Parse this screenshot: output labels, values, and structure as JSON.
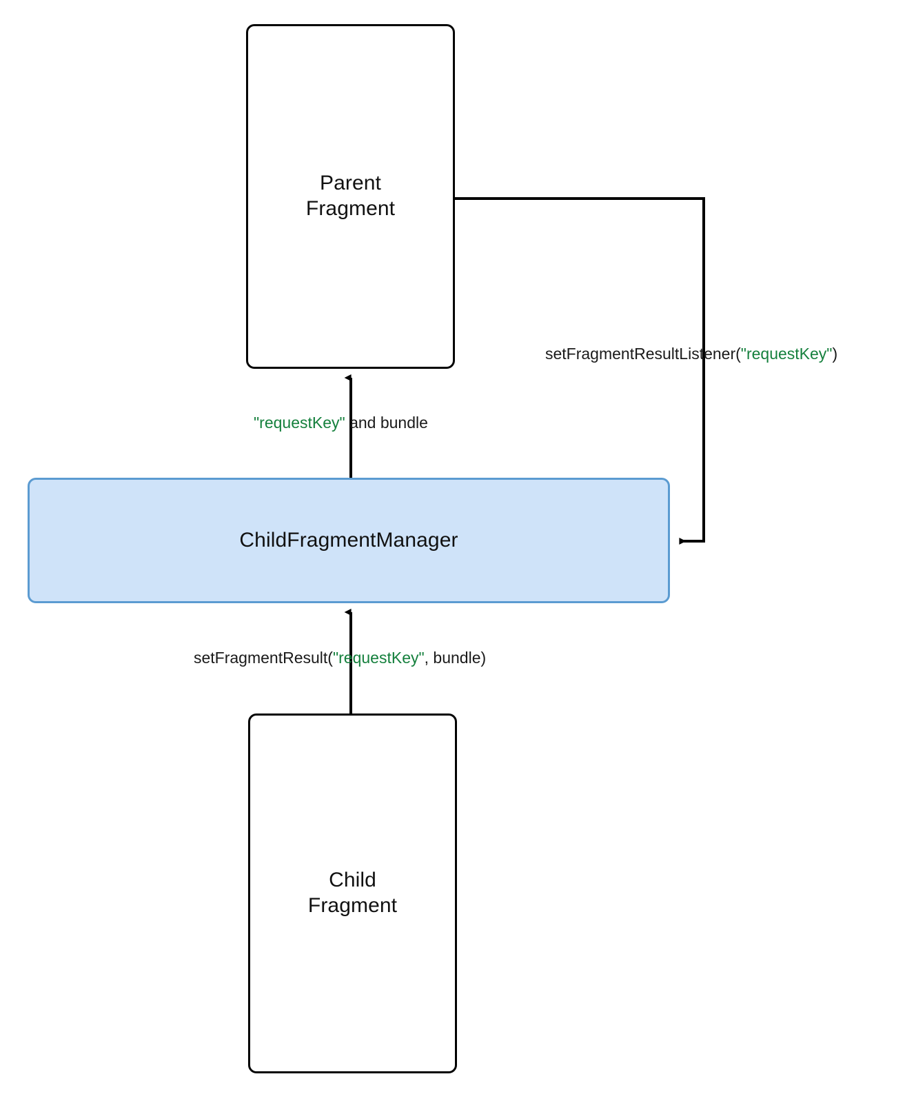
{
  "diagram": {
    "title": "Fragment result passing between parent and child fragment",
    "type": "flow-diagram",
    "background_color": "#ffffff",
    "accent_color": "#cfe3f9",
    "accent_border_color": "#5b9bd1",
    "key_token_color": "#15803d",
    "line_color": "#000000",
    "nodes": [
      {
        "id": "parent-fragment",
        "label": "Parent\nFragment",
        "style": "plain",
        "fill": "#ffffff",
        "border": "#000000"
      },
      {
        "id": "child-fragment-manager",
        "label": "ChildFragmentManager",
        "style": "highlight",
        "fill": "#cfe3f9",
        "border": "#5b9bd1"
      },
      {
        "id": "child-fragment",
        "label": "Child\nFragment",
        "style": "plain",
        "fill": "#ffffff",
        "border": "#000000"
      }
    ],
    "edges": [
      {
        "id": "listener-edge",
        "from": "parent-fragment",
        "to": "child-fragment-manager",
        "label_parts": [
          {
            "text": "setFragmentResultListener(",
            "highlight": false
          },
          {
            "text": "\"requestKey\"",
            "highlight": true
          },
          {
            "text": ")",
            "highlight": false
          }
        ],
        "label_plain": "setFragmentResultListener(\"requestKey\")"
      },
      {
        "id": "result-delivery-edge",
        "from": "child-fragment-manager",
        "to": "parent-fragment",
        "label_parts": [
          {
            "text": "\"requestKey\"",
            "highlight": true
          },
          {
            "text": " and bundle",
            "highlight": false
          }
        ],
        "label_plain": "\"requestKey\" and bundle"
      },
      {
        "id": "set-result-edge",
        "from": "child-fragment",
        "to": "child-fragment-manager",
        "label_parts": [
          {
            "text": "setFragmentResult(",
            "highlight": false
          },
          {
            "text": "\"requestKey\"",
            "highlight": true
          },
          {
            "text": ", bundle)",
            "highlight": false
          }
        ],
        "label_plain": "setFragmentResult(\"requestKey\", bundle)"
      }
    ]
  }
}
